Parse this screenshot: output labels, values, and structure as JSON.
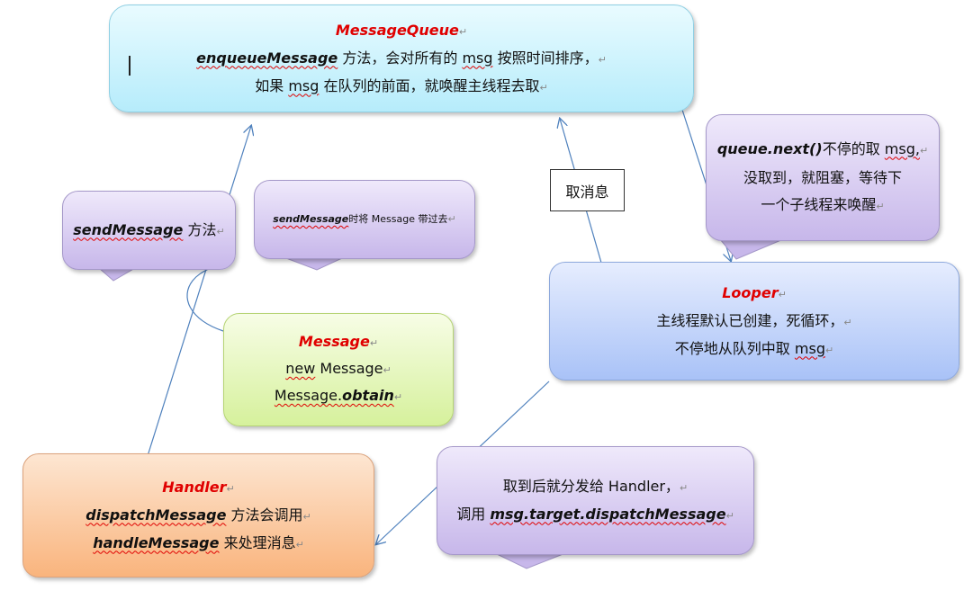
{
  "message_queue": {
    "title": "MessageQueue",
    "line1_method": "enqueueMessage",
    "line1_a": " 方法，会对所有的 ",
    "line1_msg": "msg",
    "line1_b": " 按照时间排序，",
    "line2_a": "如果 ",
    "line2_msg": "msg",
    "line2_b": " 在队列的前面，就唤醒主线程去取"
  },
  "send_bubble": {
    "method": "sendMessage",
    "text": " 方法"
  },
  "carry_bubble": {
    "method": "sendMessage",
    "text": "时将 Message 带过去"
  },
  "fetch_label": "取消息",
  "next_bubble": {
    "method": "queue.next()",
    "line1_rest": "不停的取 ",
    "line1_msg": "msg,",
    "line2": "没取到，就阻塞，等待下",
    "line3": "一个子线程来唤醒"
  },
  "looper": {
    "title": "Looper",
    "line1": "主线程默认已创建，死循环，",
    "line2_a": "不停地从队列中取 ",
    "line2_msg": "msg"
  },
  "message": {
    "title": "Message",
    "line1_new": "new",
    "line1_rest": " Message",
    "line2_a": "Message.",
    "line2_method": "obtain"
  },
  "handler": {
    "title": "Handler",
    "line1_method": "dispatchMessage",
    "line1_rest": " 方法会调用",
    "line2_method": "handleMessage",
    "line2_rest": " 来处理消息"
  },
  "dispatch_bubble": {
    "line1": "取到后就分发给 Handler，",
    "line2_a": "调用 ",
    "line2_method": "msg.target.dispatchMessage"
  },
  "paragraph_mark": "↵",
  "colors": {
    "title_red": "#e00000",
    "arrow": "#4f81bd"
  }
}
